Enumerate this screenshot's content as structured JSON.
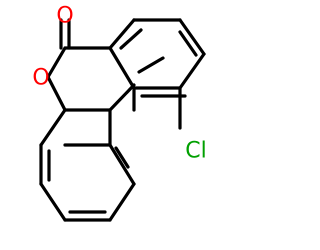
{
  "molecule": {
    "atoms": {
      "carbonyl_oxygen": {
        "label": "O",
        "color": "#ff0000"
      },
      "ring_oxygen": {
        "label": "O",
        "color": "#ff0000"
      },
      "chlorine": {
        "label": "Cl",
        "color": "#00a000"
      }
    },
    "bond_color": "#000000"
  }
}
